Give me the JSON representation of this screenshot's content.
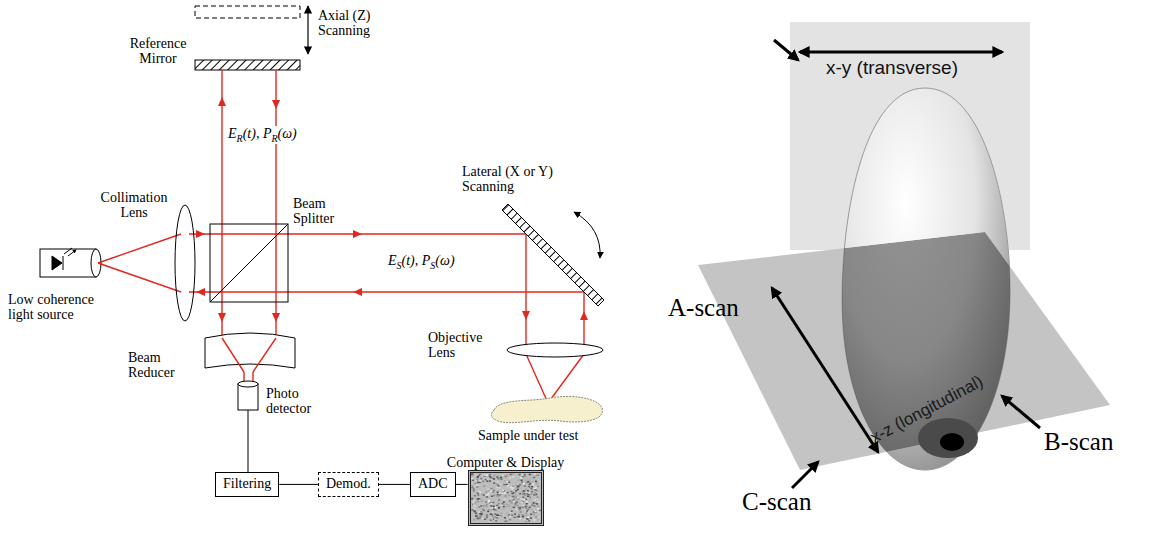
{
  "diagram": {
    "nodes": [
      {
        "text": [
          "Filtering"
        ]
      },
      {
        "text": [
          "Demod."
        ]
      },
      {
        "text": [
          "ADC"
        ]
      },
      {
        "text": [
          "Computer & Display"
        ]
      }
    ],
    "edges": [
      {
        "from": 0,
        "to": 1,
        "arrow": "none"
      },
      {
        "from": 1,
        "to": 2,
        "arrow": "none"
      },
      {
        "from": 2,
        "to": 3,
        "arrow": "none"
      }
    ],
    "labels": [
      "Reference Mirror",
      "Axial (Z) Scanning",
      "E",
      "R",
      "(t), P",
      "R",
      "(ω)",
      "Collimation Lens",
      "Beam Splitter",
      "Lateral (X or Y) Scanning",
      "E",
      "S",
      "(t), P",
      "S",
      "(ω)",
      "Low coherence light source",
      "Objective Lens",
      "Beam Reducer",
      "Photo detector",
      "Sample under test",
      "x-y (transverse)",
      "A-scan",
      "x-z (longitudinal)",
      "B-scan",
      "C-scan"
    ]
  }
}
